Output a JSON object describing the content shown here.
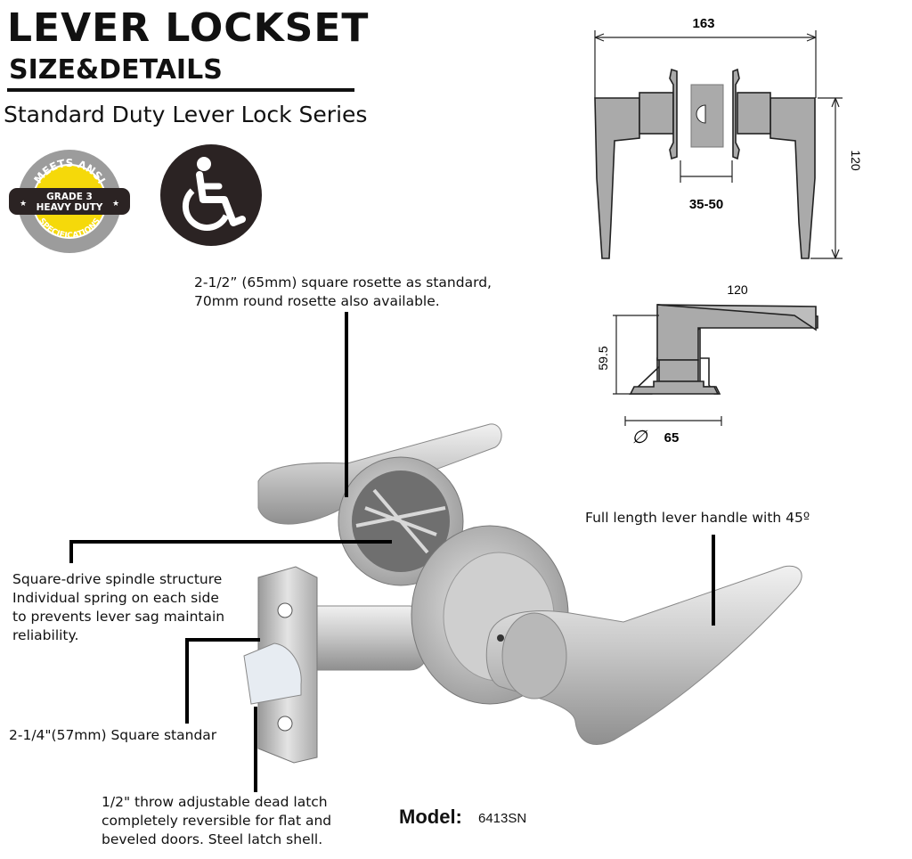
{
  "header": {
    "title": "LEVER LOCKSET",
    "subtitle": "SIZE&DETAILS",
    "series": "Standard Duty Lever Lock Series"
  },
  "badge": {
    "top_text": "MEETS ANSI",
    "grade": "GRADE 3",
    "duty": "HEAVY DUTY",
    "bottom_text": "SPECIFICATIONS",
    "colors": {
      "ring": "#9c9c9c",
      "center": "#f5d90a",
      "band": "#2b2323"
    }
  },
  "ada_icon": {
    "icon": "wheelchair-accessibility-icon",
    "bg": "#2b2323"
  },
  "dimensions": {
    "top_width": "163",
    "top_height": "120",
    "door_thickness": "35-50",
    "side_length": "120",
    "side_height": "59.5",
    "rosette_symbol": "∅",
    "rosette_diameter": "65"
  },
  "callouts": {
    "rosette": [
      "2-1/2” (65mm) square rosette as standard,",
      "70mm round rosette also available."
    ],
    "lever": [
      "Full length lever handle with 45º"
    ],
    "spindle": [
      "Square-drive spindle structure",
      "Individual spring on each side",
      "to prevents lever sag maintain",
      "reliability."
    ],
    "backset": [
      "2-1/4\"(57mm) Square standar"
    ],
    "latch": [
      "1/2\"  throw adjustable dead latch",
      " completely reversible for flat and",
      "beveled doors. Steel latch shell."
    ]
  },
  "model": {
    "label": "Model:",
    "value": "6413SN"
  },
  "colors": {
    "drawing_fill": "#aaaaaa",
    "drawing_stroke": "#222222",
    "satin_nickel": "#c9c9c9"
  }
}
